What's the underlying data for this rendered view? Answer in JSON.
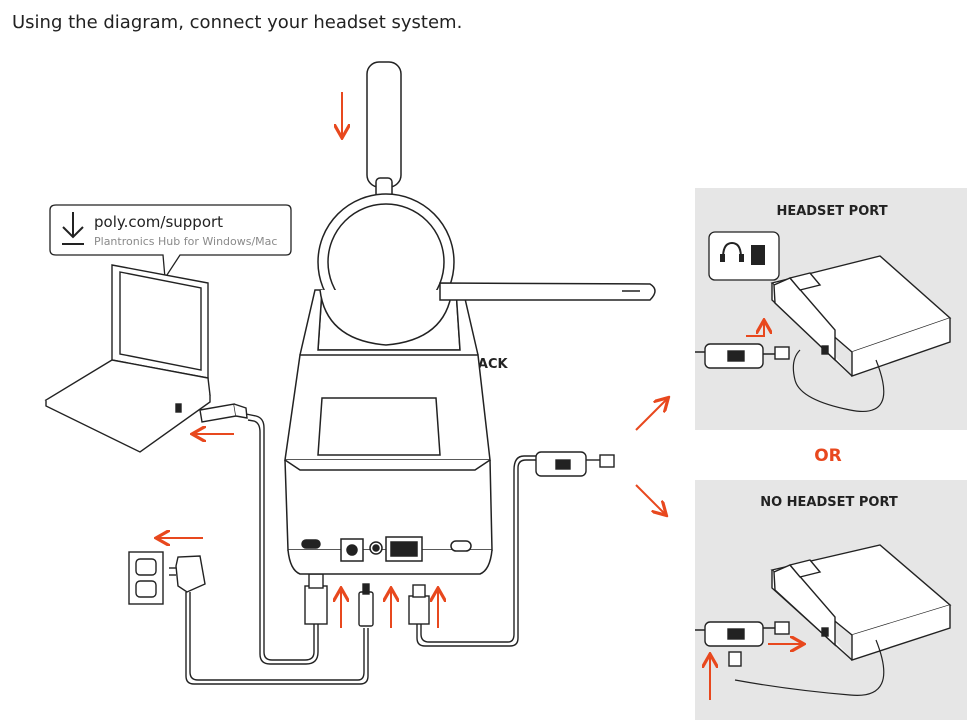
{
  "instruction": "Using the diagram, connect your headset system.",
  "callout": {
    "url": "poly.com/support",
    "subtitle": "Plantronics Hub for Windows/Mac",
    "icon": "download-icon"
  },
  "labels": {
    "back": "BACK",
    "or": "OR",
    "headset_port": "HEADSET PORT",
    "no_headset_port": "NO HEADSET PORT"
  },
  "colors": {
    "arrow": "#e8481e",
    "panel": "#e6e6e6",
    "line": "#1a1a1a"
  }
}
